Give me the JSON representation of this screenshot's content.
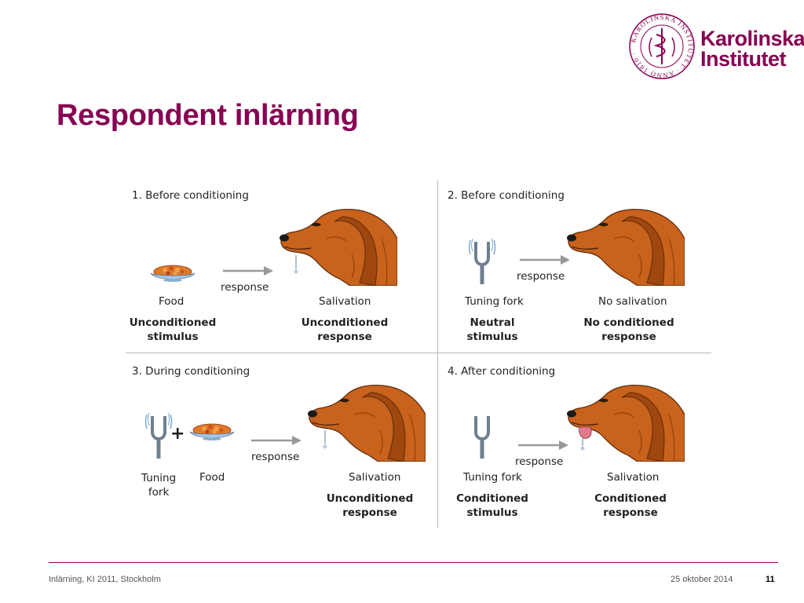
{
  "slide": {
    "title": "Respondent inlärning"
  },
  "logo": {
    "seal_text": "KAROLINSKA INSTITUTET ANNO 1810",
    "line1": "Karolinska",
    "line2": "Institutet",
    "color": "#870052"
  },
  "diagram": {
    "panels": [
      {
        "title": "1. Before conditioning",
        "stimulus_label": "Food",
        "arrow_label": "response",
        "response_label": "Salivation",
        "stimulus_type": [
          "Unconditioned",
          "stimulus"
        ],
        "response_type": [
          "Unconditioned",
          "response"
        ]
      },
      {
        "title": "2. Before conditioning",
        "stimulus_label": "Tuning fork",
        "arrow_label": "response",
        "response_label": "No salivation",
        "stimulus_type": [
          "Neutral",
          "stimulus"
        ],
        "response_type": [
          "No conditioned",
          "response"
        ]
      },
      {
        "title": "3. During conditioning",
        "stimulus_label_a": [
          "Tuning",
          "fork"
        ],
        "stimulus_label_b": "Food",
        "arrow_label": "response",
        "response_label": "Salivation",
        "response_type": [
          "Unconditioned",
          "response"
        ]
      },
      {
        "title": "4. After conditioning",
        "stimulus_label": "Tuning fork",
        "arrow_label": "response",
        "response_label": "Salivation",
        "stimulus_type": [
          "Conditioned",
          "stimulus"
        ],
        "response_type": [
          "Conditioned",
          "response"
        ]
      }
    ],
    "icons": [
      "food-bowl-icon",
      "tuning-fork-icon",
      "plus-icon",
      "arrow-icon",
      "dog-head-icon"
    ]
  },
  "footer": {
    "left": "Inlärning, KI 2011, Stockholm",
    "date": "25 oktober 2014",
    "page": "11"
  }
}
